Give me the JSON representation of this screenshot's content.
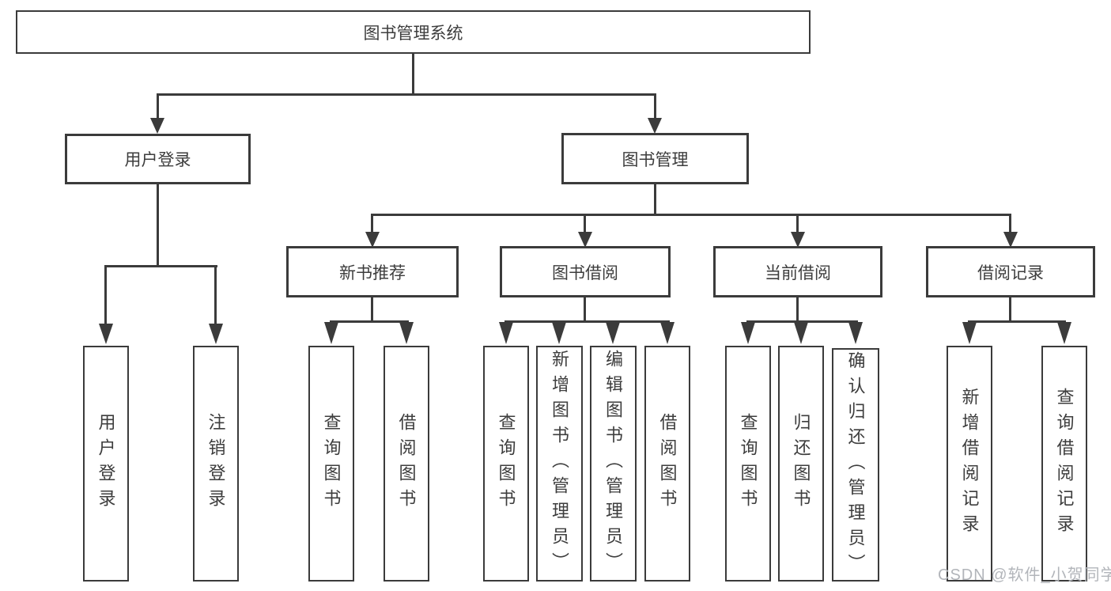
{
  "colors": {
    "line": "#3b3b3b",
    "text": "#3d3d3d",
    "bg": "#ffffff",
    "watermark": "#b2b5ba"
  },
  "tree": {
    "root": "图书管理系统",
    "branches": [
      {
        "label": "用户登录",
        "children": [
          "用户登录",
          "注销登录"
        ]
      },
      {
        "label": "图书管理",
        "modules": [
          {
            "label": "新书推荐",
            "children": [
              "查询图书",
              "借阅图书"
            ]
          },
          {
            "label": "图书借阅",
            "children": [
              "查询图书",
              "新增图书（管理员）",
              "编辑图书（管理员）",
              "借阅图书"
            ]
          },
          {
            "label": "当前借阅",
            "children": [
              "查询图书",
              "归还图书",
              "确认归还（管理员）"
            ]
          },
          {
            "label": "借阅记录",
            "children": [
              "新增借阅记录",
              "查询借阅记录"
            ]
          }
        ]
      }
    ]
  },
  "watermark": {
    "text": "CSDN @软件_小贺同学"
  }
}
